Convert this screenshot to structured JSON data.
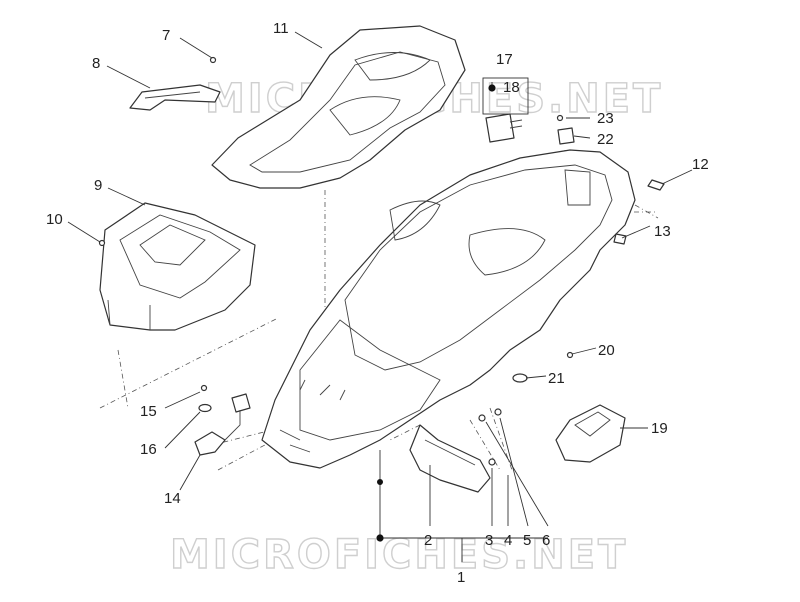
{
  "watermarks": [
    "MICROFICHES.NET",
    "MICROFICHES.NET"
  ],
  "callouts": [
    "1",
    "2",
    "3",
    "4",
    "5",
    "6",
    "7",
    "8",
    "9",
    "10",
    "11",
    "12",
    "13",
    "14",
    "15",
    "16",
    "17",
    "18",
    "19",
    "20",
    "21",
    "22",
    "23"
  ]
}
